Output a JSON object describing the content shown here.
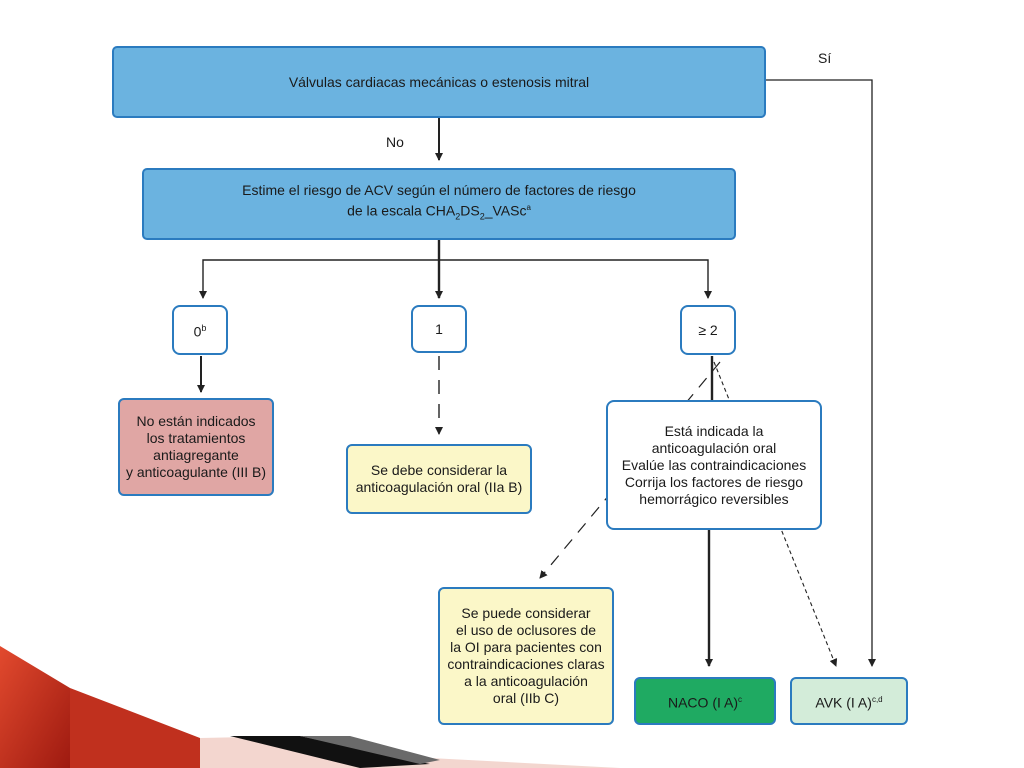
{
  "diagram": {
    "top_box": "Válvulas cardiacas mecánicas o estenosis mitral",
    "label_yes": "Sí",
    "label_no": "No",
    "risk_box_line1": "Estime el riesgo de ACV según el número de factores de riesgo",
    "risk_box_line2_pre": "de la escala CHA",
    "risk_box_sub1": "2",
    "risk_box_mid": "DS",
    "risk_box_sub2": "2",
    "risk_box_post": "_VASc",
    "risk_box_sup": "a",
    "score_0": "0",
    "score_0_sup": "b",
    "score_1": "1",
    "score_2": "≥ 2",
    "not_indicated": "No están indicados\nlos tratamientos\nantiagregante\ny anticoagulante (III B)",
    "consider_oac": "Se debe considerar la\nanticoagulación oral (IIa B)",
    "indicated_oac": "Está indicada la\nanticoagulación oral\nEvalúe las contraindicaciones\nCorrija los factores de riesgo\nhemorrágico reversibles",
    "occluders": "Se puede considerar\nel uso de oclusores de\nla OI para pacientes con\ncontraindicaciones claras\na la anticoagulación\noral (IIb C)",
    "naco": "NACO (I A)",
    "naco_sup": "c",
    "avk": "AVK (I A)",
    "avk_sup": "c,d"
  },
  "colors": {
    "blue_box": "#6bb3e0",
    "border": "#2b7bbf",
    "pink_box": "#e0a6a4",
    "cream_box": "#fbf7c8",
    "green_box": "#1faa62",
    "mint_box": "#d3ecd9"
  }
}
